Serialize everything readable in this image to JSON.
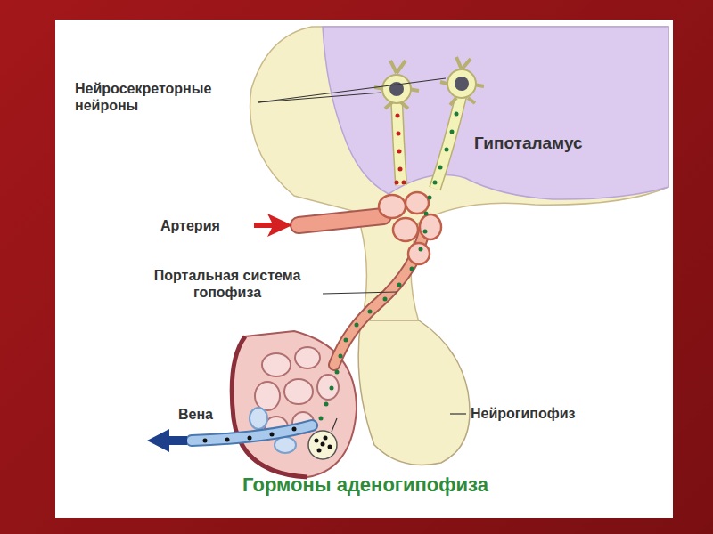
{
  "diagram": {
    "caption": "Гормоны аденогипофиза",
    "nodes": [
      {
        "text": [
          "Гипоталамус"
        ]
      }
    ],
    "labels": [
      "Нейросекреторные нейроны",
      "Артерия",
      "Портальная система гопофиза",
      "Вена",
      "Нейрогипофиз"
    ]
  }
}
